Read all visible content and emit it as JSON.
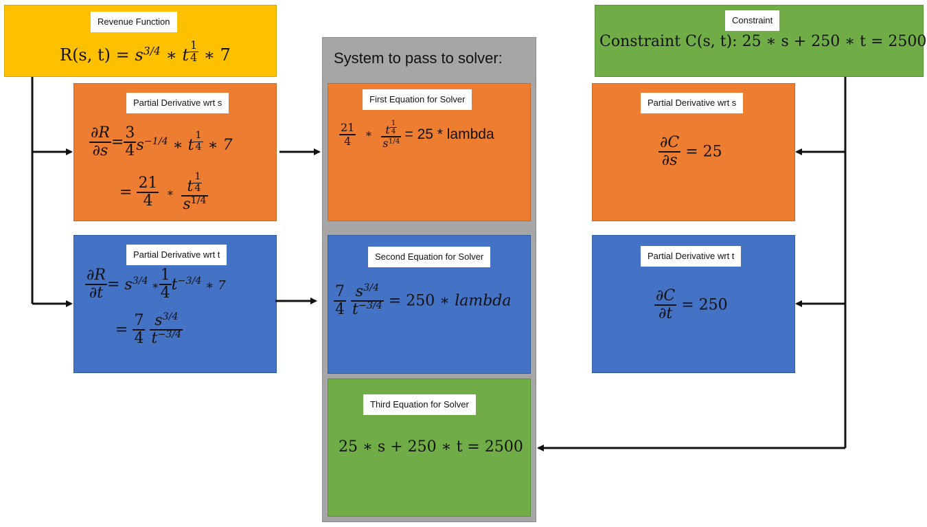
{
  "revenue": {
    "label": "Revenue Function",
    "lhs": "R(s, t) = ",
    "base_s": "s",
    "exp_s": "3/4",
    "times1": " ∗ ",
    "base_t": "t",
    "exp_num": "1",
    "exp_den": "4",
    "times2": " ∗ 7"
  },
  "constraint": {
    "label": "Constraint",
    "equation": "Constraint C(s, t): 25 ∗ s + 250 ∗ t = 2500"
  },
  "system": {
    "title": "System to pass to solver:"
  },
  "first_eq": {
    "label": "First Equation for Solver",
    "coef_num": "21",
    "coef_den": "4",
    "times": "∗",
    "num_base": "t",
    "num_exp_num": "1",
    "num_exp_den": "4",
    "den_base": "s",
    "den_exp": "1/4",
    "rhs": "= 25 * lambda"
  },
  "second_eq": {
    "label": "Second Equation for Solver",
    "coef_num": "7",
    "coef_den": "4",
    "num_base": "s",
    "num_exp": "3/4",
    "den_base": "t",
    "den_exp": "−3/4",
    "rhs": "= 250",
    "rhs_tail": " ∗ lambda"
  },
  "third_eq": {
    "label": "Third Equation for Solver",
    "equation": "25 ∗ s + 250 ∗ t = 2500"
  },
  "dR_ds": {
    "label": "Partial Derivative wrt s",
    "d_num": "∂R",
    "d_den": "∂s",
    "eq": "=",
    "c_num": "3",
    "c_den": "4",
    "s_base": "s",
    "s_exp": "−1/4",
    "times1": " ∗ ",
    "t_base": "t",
    "t_exp_num": "1",
    "t_exp_den": "4",
    "times2": " ∗ 7",
    "line2_eq": "=",
    "l2_c_num": "21",
    "l2_c_den": "4",
    "l2_times": "∗",
    "l2_num_base": "t",
    "l2_num_exp_num": "1",
    "l2_num_exp_den": "4",
    "l2_den_base": "s",
    "l2_den_exp": "1/4"
  },
  "dR_dt": {
    "label": "Partial Derivative wrt t",
    "d_num": "∂R",
    "d_den": "∂t",
    "eq": "= ",
    "s_base": "s",
    "s_exp": "3/4",
    "times1": " ∗",
    "c_num": "1",
    "c_den": "4",
    "t_base": "t",
    "t_exp": "−3/4",
    "times2": " ∗ 7",
    "line2_eq": "=",
    "l2_c_num": "7",
    "l2_c_den": "4",
    "l2_num_base": "s",
    "l2_num_exp": "3/4",
    "l2_den_base": "t",
    "l2_den_exp": "−3/4"
  },
  "dC_ds": {
    "label": "Partial Derivative wrt s",
    "d_num": "∂C",
    "d_den": "∂s",
    "rhs": "= 25"
  },
  "dC_dt": {
    "label": "Partial Derivative wrt t",
    "d_num": "∂C",
    "d_den": "∂t",
    "rhs": "= 250"
  },
  "colors": {
    "yellow": "#FFC000",
    "orange": "#ED7D31",
    "blue": "#4472C4",
    "green": "#70AD47",
    "grey": "#A6A6A6"
  }
}
